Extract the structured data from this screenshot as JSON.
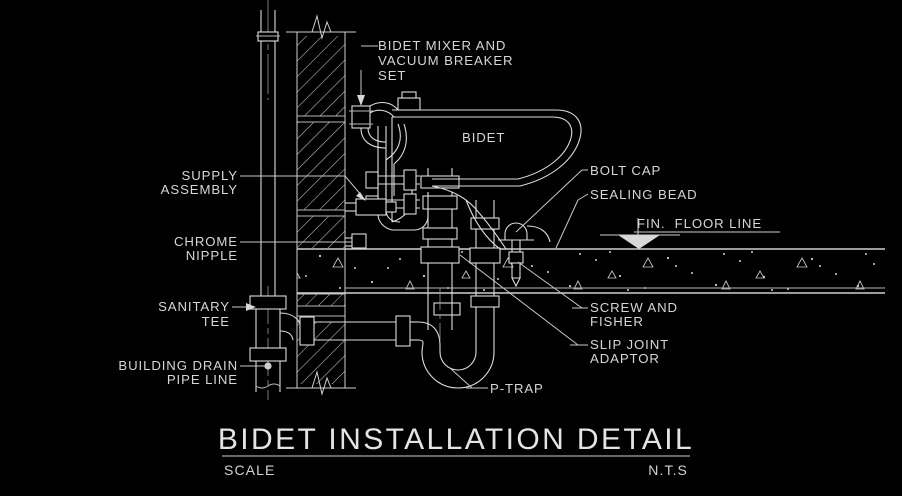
{
  "drawing": {
    "kind": "cad-technical-drawing",
    "background_color": "#000000",
    "line_color": "#d8d8d8",
    "title": "BIDET INSTALLATION DETAIL",
    "scale_label": "SCALE",
    "scale_value": "N.T.S"
  },
  "annotations": {
    "bidet_mixer": "BIDET MIXER AND\nVACUUM BREAKER\nSET",
    "bidet_mixer_line1": "BIDET MIXER AND",
    "bidet_mixer_line2": "VACUUM BREAKER",
    "bidet_mixer_line3": "SET",
    "bidet": "BIDET",
    "supply_assembly_line1": "SUPPLY",
    "supply_assembly_line2": "ASSEMBLY",
    "chrome_nipple_line1": "CHROME",
    "chrome_nipple_line2": "NIPPLE",
    "sanitary_tee_line1": "SANITARY",
    "sanitary_tee_line2": "TEE",
    "building_drain_line1": "BUILDING DRAIN",
    "building_drain_line2": "PIPE LINE",
    "bolt_cap": "BOLT CAP",
    "sealing_bead": "SEALING BEAD",
    "fin_floor_line": "FIN.  FLOOR LINE",
    "screw_and_fisher_line1": "SCREW AND",
    "screw_and_fisher_line2": "FISHER",
    "slip_joint_line1": "SLIP JOINT",
    "slip_joint_line2": "ADAPTOR",
    "p_trap": "P-TRAP"
  },
  "components": [
    {
      "name": "bidet-mixer-and-vacuum-breaker-set"
    },
    {
      "name": "bidet-fixture"
    },
    {
      "name": "supply-assembly"
    },
    {
      "name": "chrome-nipple"
    },
    {
      "name": "sanitary-tee"
    },
    {
      "name": "building-drain-pipe-line"
    },
    {
      "name": "bolt-cap"
    },
    {
      "name": "sealing-bead"
    },
    {
      "name": "finished-floor-line"
    },
    {
      "name": "screw-and-fisher"
    },
    {
      "name": "slip-joint-adaptor"
    },
    {
      "name": "p-trap"
    },
    {
      "name": "hatched-wall"
    },
    {
      "name": "concrete-floor-slab"
    }
  ]
}
